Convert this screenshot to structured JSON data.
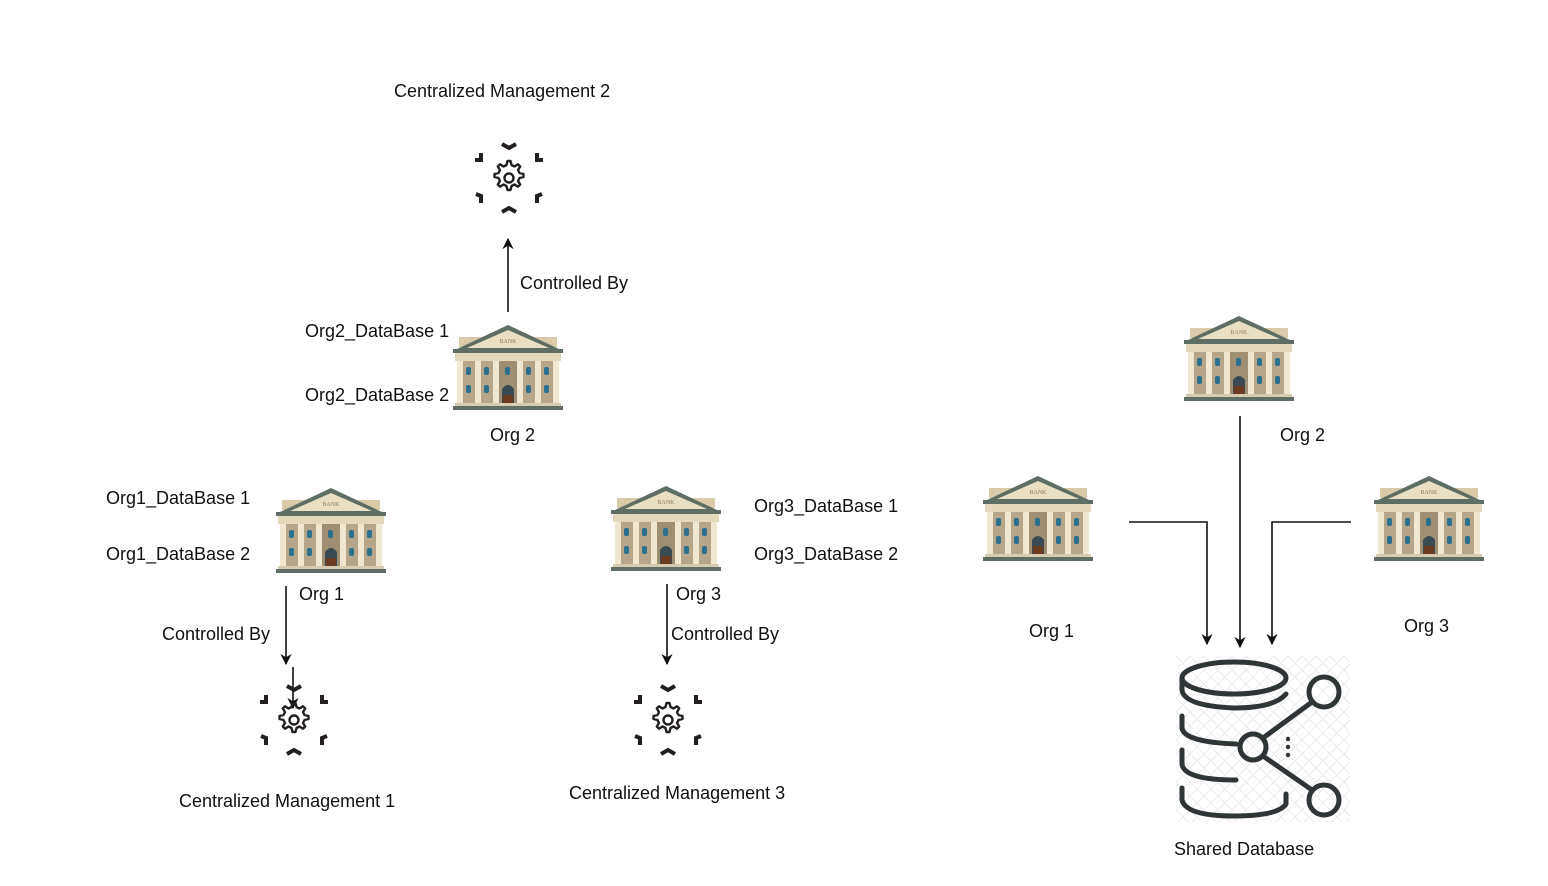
{
  "diagram": {
    "left_panel": {
      "management_nodes": [
        {
          "id": "cm1",
          "label": "Centralized Management 1",
          "icon": "gear-icon"
        },
        {
          "id": "cm2",
          "label": "Centralized Management 2",
          "icon": "gear-icon"
        },
        {
          "id": "cm3",
          "label": "Centralized Management 3",
          "icon": "gear-icon"
        }
      ],
      "org_nodes": [
        {
          "id": "org1",
          "label": "Org 1",
          "icon": "bank-building-icon",
          "databases": [
            "Org1_DataBase 1",
            "Org1_DataBase 2"
          ]
        },
        {
          "id": "org2",
          "label": "Org 2",
          "icon": "bank-building-icon",
          "databases": [
            "Org2_DataBase 1",
            "Org2_DataBase 2"
          ]
        },
        {
          "id": "org3",
          "label": "Org 3",
          "icon": "bank-building-icon",
          "databases": [
            "Org3_DataBase 1",
            "Org3_DataBase 2"
          ]
        }
      ],
      "edges": [
        {
          "from": "org1",
          "to": "cm1",
          "label": "Controlled By"
        },
        {
          "from": "org2",
          "to": "cm2",
          "label": "Controlled By"
        },
        {
          "from": "org3",
          "to": "cm3",
          "label": "Controlled By"
        }
      ]
    },
    "right_panel": {
      "org_nodes": [
        {
          "id": "r_org1",
          "label": "Org 1",
          "icon": "bank-building-icon"
        },
        {
          "id": "r_org2",
          "label": "Org 2",
          "icon": "bank-building-icon"
        },
        {
          "id": "r_org3",
          "label": "Org 3",
          "icon": "bank-building-icon"
        }
      ],
      "shared_db": {
        "id": "shared_db",
        "label": "Shared Database",
        "icon": "shared-database-icon"
      },
      "edges": [
        {
          "from": "r_org1",
          "to": "shared_db"
        },
        {
          "from": "r_org2",
          "to": "shared_db"
        },
        {
          "from": "r_org3",
          "to": "shared_db"
        }
      ]
    },
    "colors": {
      "line": "#111111",
      "icon_dark": "#231f20",
      "db_stroke": "#2f3437"
    }
  }
}
